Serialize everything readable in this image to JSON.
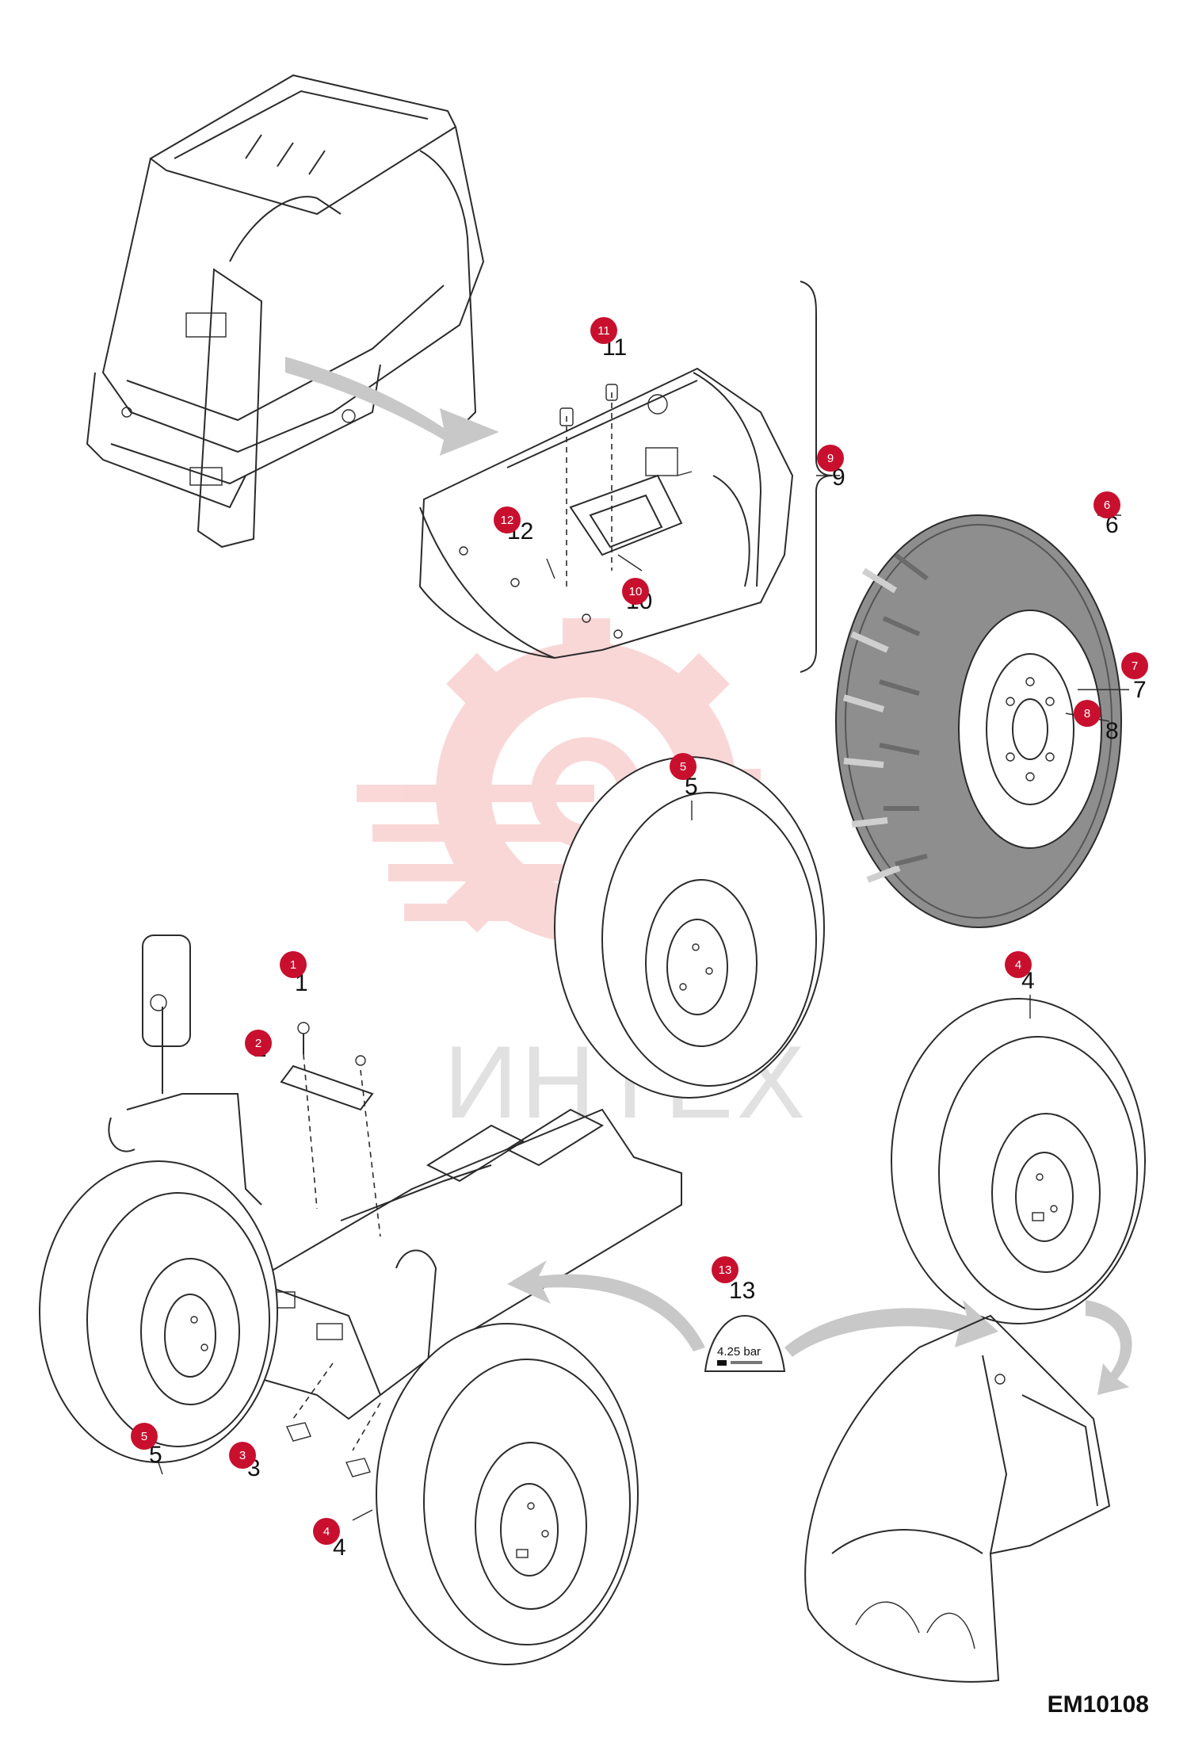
{
  "watermark": {
    "text": "ИНТЕХ",
    "color": "#f28f8f"
  },
  "figure_code": "EM10108",
  "badge_color": "#c8102e",
  "decal": {
    "pressure": "4.25 bar"
  },
  "callouts": [
    {
      "id": "11",
      "label": "11"
    },
    {
      "id": "9",
      "label": "9"
    },
    {
      "id": "12",
      "label": "12"
    },
    {
      "id": "10",
      "label": "10"
    },
    {
      "id": "6",
      "label": "6"
    },
    {
      "id": "7",
      "label": "7"
    },
    {
      "id": "8",
      "label": "8"
    },
    {
      "id": "5a",
      "label": "5"
    },
    {
      "id": "1",
      "label": "1"
    },
    {
      "id": "2",
      "label": "2"
    },
    {
      "id": "4a",
      "label": "4"
    },
    {
      "id": "13",
      "label": "13"
    },
    {
      "id": "5b",
      "label": "5"
    },
    {
      "id": "3",
      "label": "3"
    },
    {
      "id": "4b",
      "label": "4"
    }
  ]
}
